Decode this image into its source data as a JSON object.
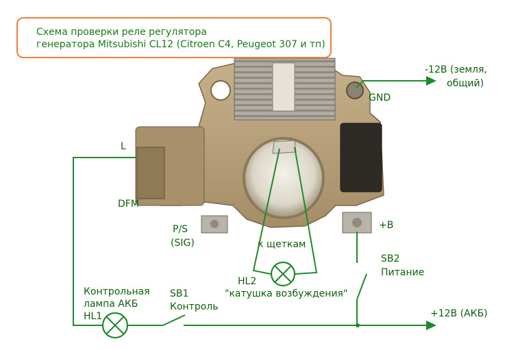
{
  "title": {
    "line1": "Схема проверки реле регулятора",
    "line2": "генератора Mitsubishi CL12 (Citroen C4, Peugeot 307 и тп)"
  },
  "labels": {
    "minus12_line1": "-12В (земля,",
    "minus12_line2": "общий)",
    "gnd": "GND",
    "l": "L",
    "dfm": "DFM",
    "ps_line1": "P/S",
    "ps_line2": "(SIG)",
    "plus_b": "+B",
    "brushes": "к щеткам",
    "sb2_line1": "SB2",
    "sb2_line2": "Питание",
    "hl2_line1": "HL2",
    "hl2_line2": "\"катушка возбуждения\"",
    "control_lamp_line1": "Контрольная",
    "control_lamp_line2": "лампа АКБ",
    "hl1": "HL1",
    "sb1_line1": "SB1",
    "sb1_line2": "Контроль",
    "plus12": "+12В (АКБ)"
  },
  "colors": {
    "wire": "#1f8a2a",
    "text": "#0e5e0e",
    "accent": "#f07d38",
    "housing": "#b9a27a",
    "heatsink": "#a6a29a",
    "connector": "#2e2b26"
  }
}
